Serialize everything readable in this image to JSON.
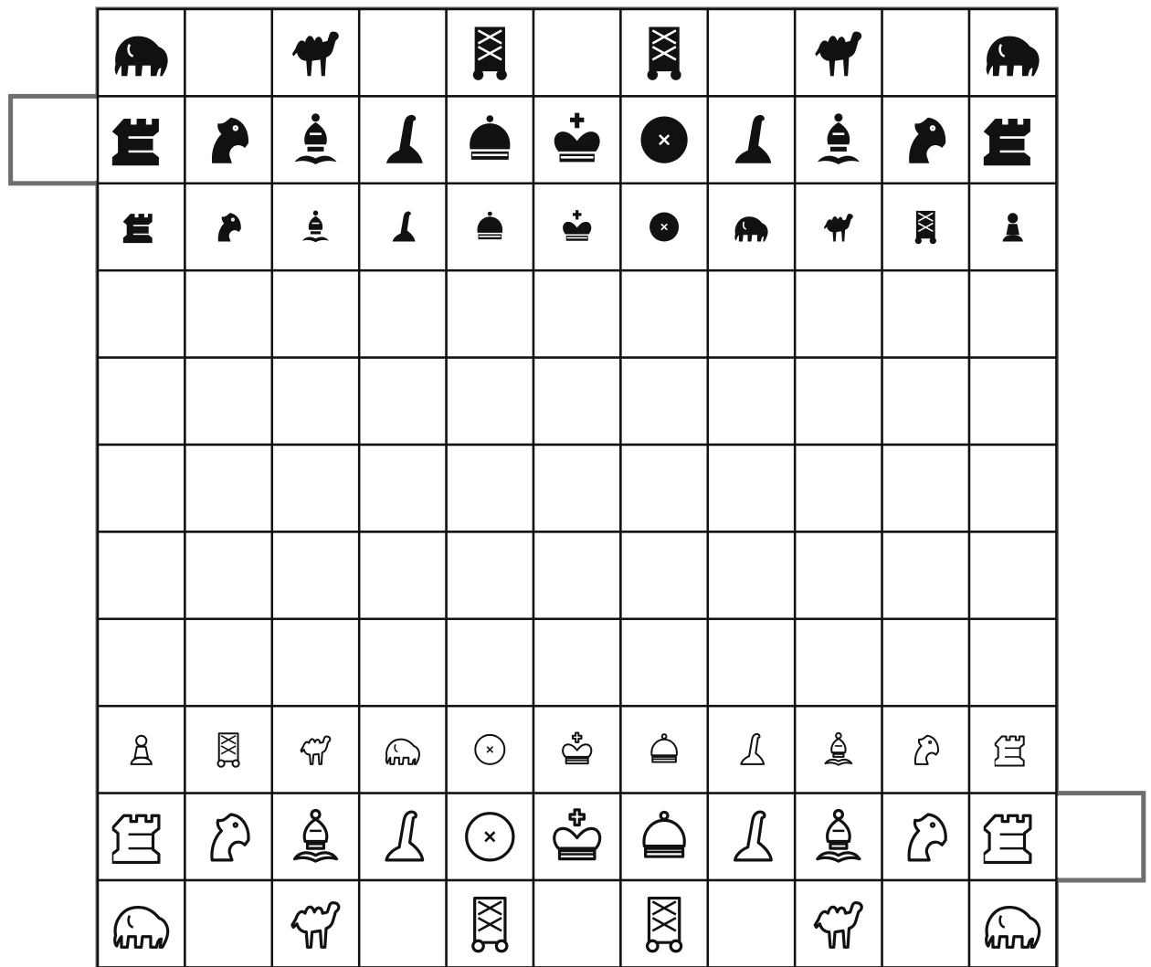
{
  "board": {
    "files": 11,
    "ranks": 11,
    "colors": {
      "frame": "#6e6e6e",
      "grid": "#111111",
      "square": "#ffffff",
      "black_piece": "#111111",
      "white_piece": "#ffffff"
    },
    "citadels": [
      {
        "side": "left",
        "rank": 10,
        "owner": "black"
      },
      {
        "side": "right",
        "rank": 2,
        "owner": "white"
      }
    ]
  },
  "pieces": [
    {
      "rank": 11,
      "file": 1,
      "color": "black",
      "type": "elephant",
      "size": "large"
    },
    {
      "rank": 11,
      "file": 3,
      "color": "black",
      "type": "camel",
      "size": "large"
    },
    {
      "rank": 11,
      "file": 5,
      "color": "black",
      "type": "war-engine",
      "size": "large"
    },
    {
      "rank": 11,
      "file": 7,
      "color": "black",
      "type": "war-engine",
      "size": "large"
    },
    {
      "rank": 11,
      "file": 9,
      "color": "black",
      "type": "camel",
      "size": "large"
    },
    {
      "rank": 11,
      "file": 11,
      "color": "black",
      "type": "elephant",
      "size": "large"
    },
    {
      "rank": 10,
      "file": 1,
      "color": "black",
      "type": "rook",
      "size": "large"
    },
    {
      "rank": 10,
      "file": 2,
      "color": "black",
      "type": "knight",
      "size": "large"
    },
    {
      "rank": 10,
      "file": 3,
      "color": "black",
      "type": "bishop",
      "size": "large"
    },
    {
      "rank": 10,
      "file": 4,
      "color": "black",
      "type": "giraffe",
      "size": "large"
    },
    {
      "rank": 10,
      "file": 5,
      "color": "black",
      "type": "vizier",
      "size": "large"
    },
    {
      "rank": 10,
      "file": 6,
      "color": "black",
      "type": "king",
      "size": "large"
    },
    {
      "rank": 10,
      "file": 7,
      "color": "black",
      "type": "general",
      "size": "large"
    },
    {
      "rank": 10,
      "file": 8,
      "color": "black",
      "type": "giraffe",
      "size": "large"
    },
    {
      "rank": 10,
      "file": 9,
      "color": "black",
      "type": "bishop",
      "size": "large"
    },
    {
      "rank": 10,
      "file": 10,
      "color": "black",
      "type": "knight",
      "size": "large"
    },
    {
      "rank": 10,
      "file": 11,
      "color": "black",
      "type": "rook",
      "size": "large"
    },
    {
      "rank": 9,
      "file": 1,
      "color": "black",
      "type": "rook",
      "size": "small"
    },
    {
      "rank": 9,
      "file": 2,
      "color": "black",
      "type": "knight",
      "size": "small"
    },
    {
      "rank": 9,
      "file": 3,
      "color": "black",
      "type": "bishop",
      "size": "small"
    },
    {
      "rank": 9,
      "file": 4,
      "color": "black",
      "type": "giraffe",
      "size": "small"
    },
    {
      "rank": 9,
      "file": 5,
      "color": "black",
      "type": "vizier",
      "size": "small"
    },
    {
      "rank": 9,
      "file": 6,
      "color": "black",
      "type": "king",
      "size": "small"
    },
    {
      "rank": 9,
      "file": 7,
      "color": "black",
      "type": "general",
      "size": "small"
    },
    {
      "rank": 9,
      "file": 8,
      "color": "black",
      "type": "elephant",
      "size": "small"
    },
    {
      "rank": 9,
      "file": 9,
      "color": "black",
      "type": "camel",
      "size": "small"
    },
    {
      "rank": 9,
      "file": 10,
      "color": "black",
      "type": "war-engine",
      "size": "small"
    },
    {
      "rank": 9,
      "file": 11,
      "color": "black",
      "type": "pawn",
      "size": "small"
    },
    {
      "rank": 3,
      "file": 1,
      "color": "white",
      "type": "pawn",
      "size": "small"
    },
    {
      "rank": 3,
      "file": 2,
      "color": "white",
      "type": "war-engine",
      "size": "small"
    },
    {
      "rank": 3,
      "file": 3,
      "color": "white",
      "type": "camel",
      "size": "small"
    },
    {
      "rank": 3,
      "file": 4,
      "color": "white",
      "type": "elephant",
      "size": "small"
    },
    {
      "rank": 3,
      "file": 5,
      "color": "white",
      "type": "general",
      "size": "small"
    },
    {
      "rank": 3,
      "file": 6,
      "color": "white",
      "type": "king",
      "size": "small"
    },
    {
      "rank": 3,
      "file": 7,
      "color": "white",
      "type": "vizier",
      "size": "small"
    },
    {
      "rank": 3,
      "file": 8,
      "color": "white",
      "type": "giraffe",
      "size": "small"
    },
    {
      "rank": 3,
      "file": 9,
      "color": "white",
      "type": "bishop",
      "size": "small"
    },
    {
      "rank": 3,
      "file": 10,
      "color": "white",
      "type": "knight",
      "size": "small"
    },
    {
      "rank": 3,
      "file": 11,
      "color": "white",
      "type": "rook",
      "size": "small"
    },
    {
      "rank": 2,
      "file": 1,
      "color": "white",
      "type": "rook",
      "size": "large"
    },
    {
      "rank": 2,
      "file": 2,
      "color": "white",
      "type": "knight",
      "size": "large"
    },
    {
      "rank": 2,
      "file": 3,
      "color": "white",
      "type": "bishop",
      "size": "large"
    },
    {
      "rank": 2,
      "file": 4,
      "color": "white",
      "type": "giraffe",
      "size": "large"
    },
    {
      "rank": 2,
      "file": 5,
      "color": "white",
      "type": "general",
      "size": "large"
    },
    {
      "rank": 2,
      "file": 6,
      "color": "white",
      "type": "king",
      "size": "large"
    },
    {
      "rank": 2,
      "file": 7,
      "color": "white",
      "type": "vizier",
      "size": "large"
    },
    {
      "rank": 2,
      "file": 8,
      "color": "white",
      "type": "giraffe",
      "size": "large"
    },
    {
      "rank": 2,
      "file": 9,
      "color": "white",
      "type": "bishop",
      "size": "large"
    },
    {
      "rank": 2,
      "file": 10,
      "color": "white",
      "type": "knight",
      "size": "large"
    },
    {
      "rank": 2,
      "file": 11,
      "color": "white",
      "type": "rook",
      "size": "large"
    },
    {
      "rank": 1,
      "file": 1,
      "color": "white",
      "type": "elephant",
      "size": "large"
    },
    {
      "rank": 1,
      "file": 3,
      "color": "white",
      "type": "camel",
      "size": "large"
    },
    {
      "rank": 1,
      "file": 5,
      "color": "white",
      "type": "war-engine",
      "size": "large"
    },
    {
      "rank": 1,
      "file": 7,
      "color": "white",
      "type": "war-engine",
      "size": "large"
    },
    {
      "rank": 1,
      "file": 9,
      "color": "white",
      "type": "camel",
      "size": "large"
    },
    {
      "rank": 1,
      "file": 11,
      "color": "white",
      "type": "elephant",
      "size": "large"
    }
  ]
}
